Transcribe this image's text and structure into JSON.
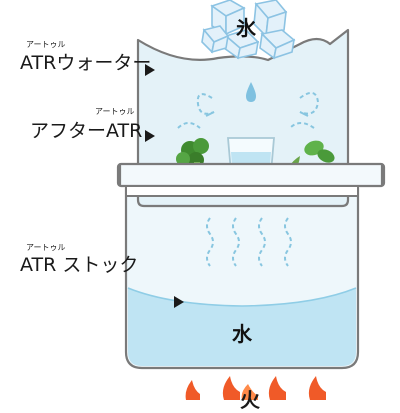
{
  "labels": {
    "water_name_ruby": "アートゥル",
    "water_name": "ATRウォーター",
    "after_name_ruby": "アートゥル",
    "after_name": "アフターATR",
    "stock_name_ruby": "アートゥル",
    "stock_name": "ATR ストック"
  },
  "chars": {
    "ice": "氷",
    "water": "水",
    "fire": "火"
  },
  "colors": {
    "outline": "#7a7a7a",
    "vessel_fill": "#e6f3f8",
    "water_fill": "#bfe4f3",
    "ice": "#c9e6f6",
    "steam": "#88c6e0",
    "flame": "#f05a28",
    "herb_green": "#4a9a3a",
    "raspberry": "#d8314a",
    "lime": "#9fd04a"
  },
  "icons": [
    "ice-cubes-icon",
    "water-drop-icon",
    "glass-icon",
    "broccoli-icon",
    "raspberry-icon",
    "lime-icon",
    "mint-icon",
    "flame-icon",
    "arrow-icon"
  ]
}
